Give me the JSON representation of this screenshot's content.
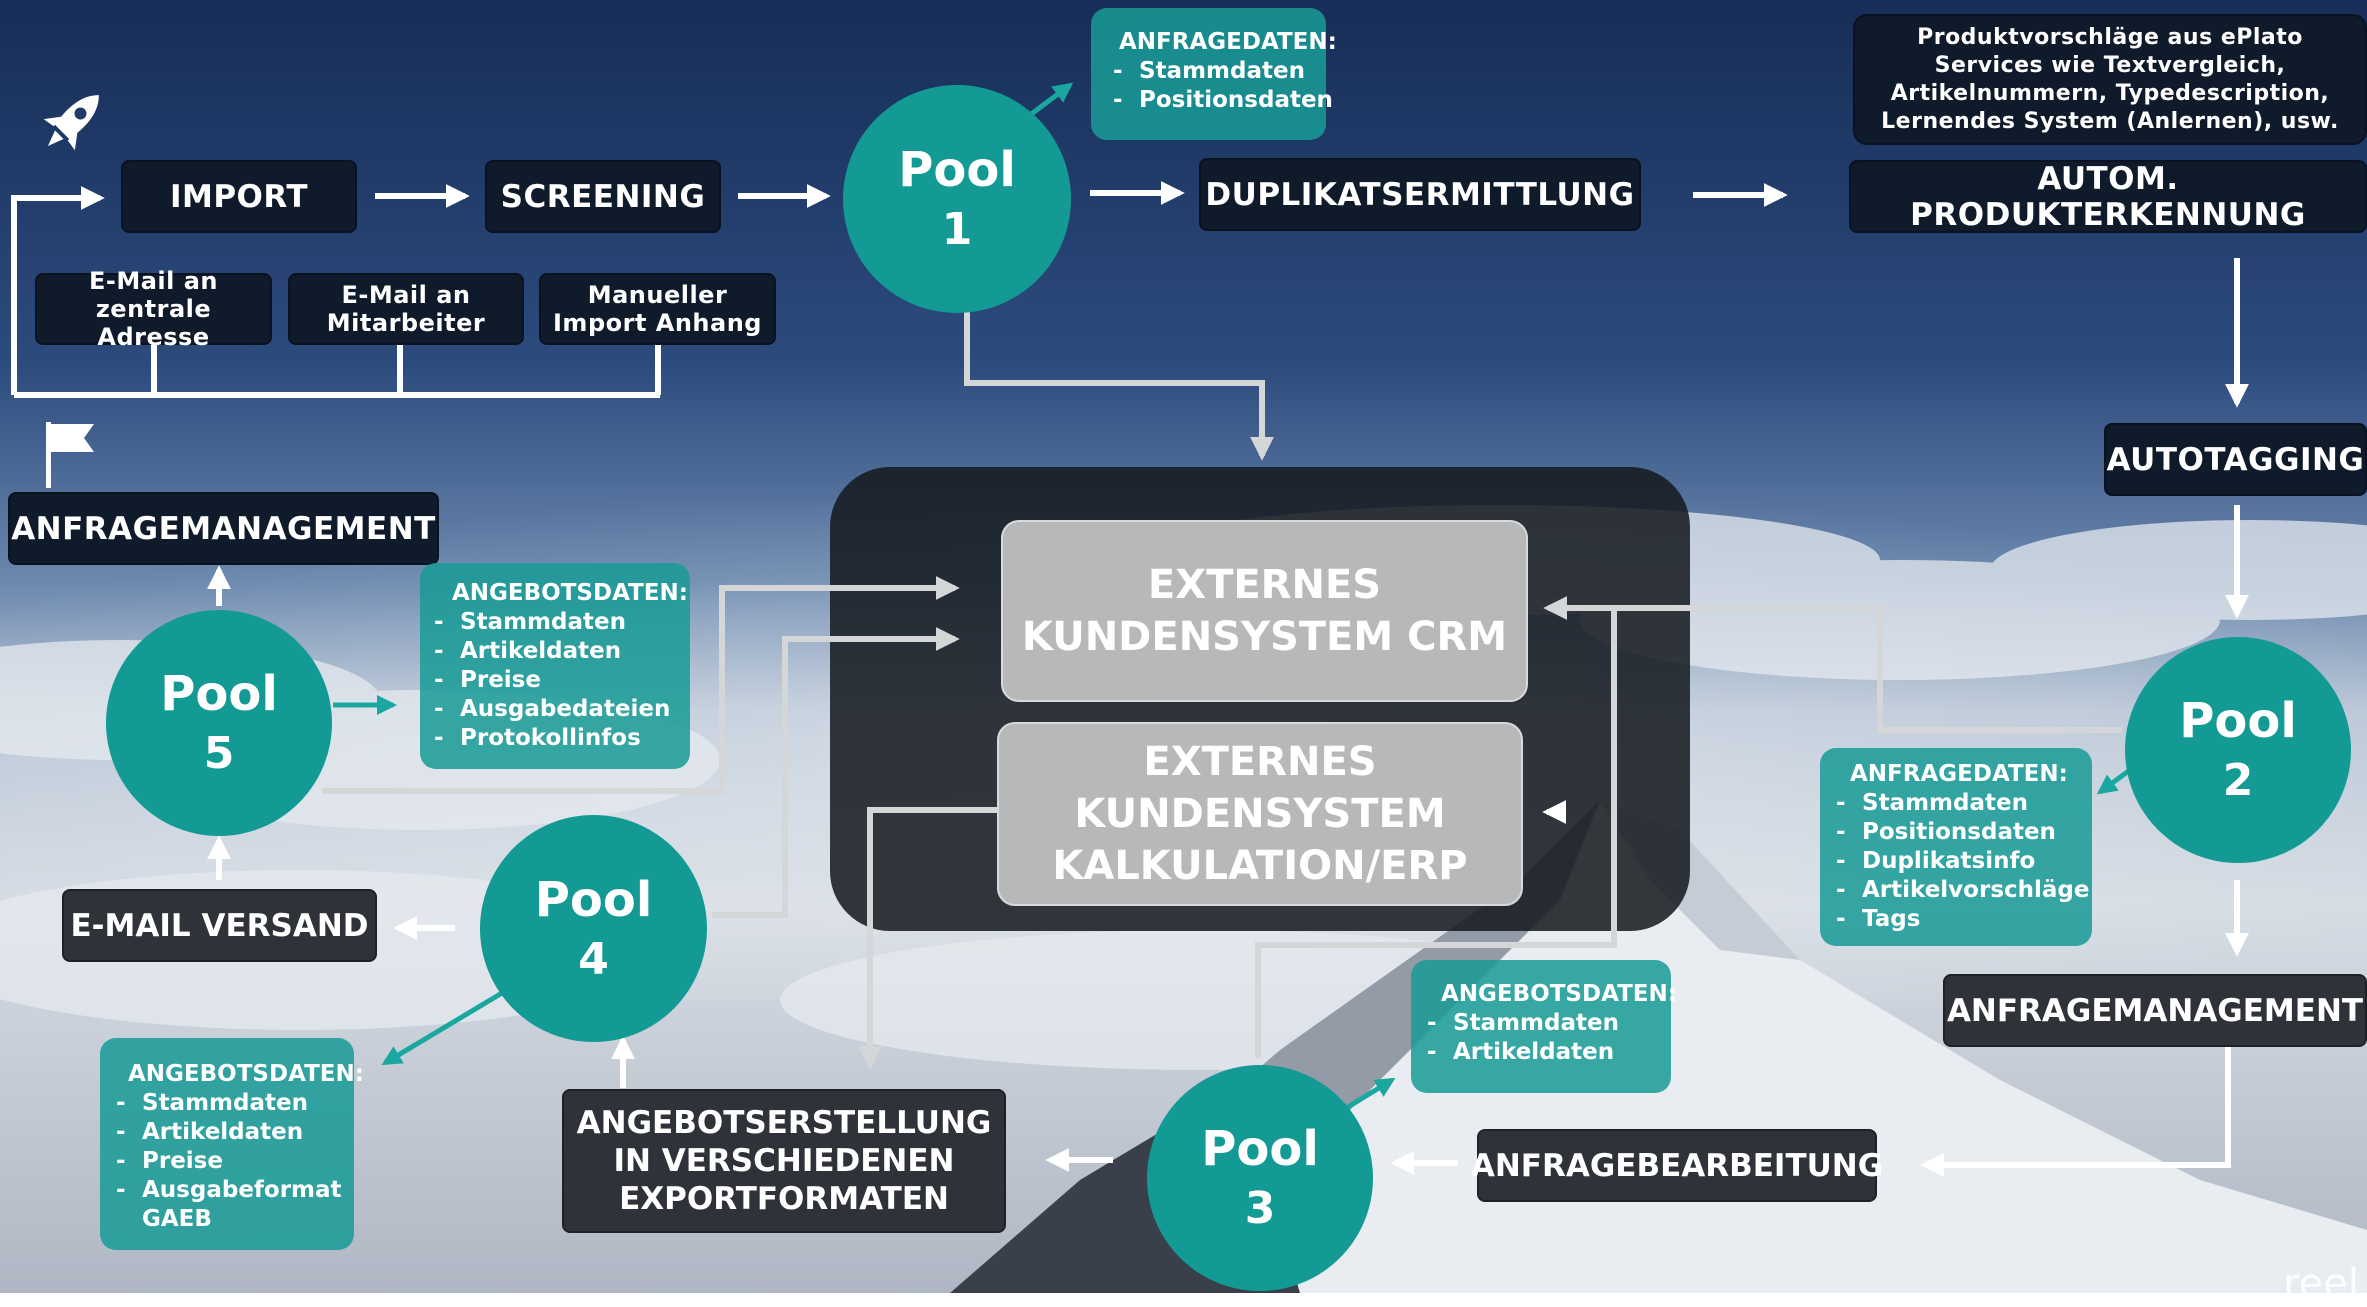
{
  "colors": {
    "sky_top": "#1c3460",
    "sky_mid": "#4a6f9e",
    "clouds": "#d9dee6",
    "teal": "#139a94",
    "dark_box": "#0f1a2b",
    "grey_box": "#2f3339",
    "center_panel": "#14181e",
    "light_box": "#b7b8ba",
    "arrow": "#ffffff",
    "connector": "#d4d6d8"
  },
  "icons": {
    "top_left": "rocket-icon",
    "left_mid": "flag-icon"
  },
  "flow": {
    "import": "IMPORT",
    "screening": "SCREENING",
    "duplikat": "DUPLIKATSERMITTLUNG",
    "produkterkennung": "AUTOM. PRODUKTERKENNUNG",
    "autotagging": "AUTOTAGGING",
    "anfragemanagement_right": "ANFRAGEMANAGEMENT",
    "anfragebearbeitung": "ANFRAGEBEARBEITUNG",
    "angebotserstellung": "ANGEBOTSERSTELLUNG IN VERSCHIEDENEN EXPORTFORMATEN",
    "email_versand": "E-MAIL VERSAND",
    "anfragemanagement_left": "ANFRAGEMANAGEMENT"
  },
  "sources": [
    "E-Mail an zentrale Adresse",
    "E-Mail an Mitarbeiter",
    "Manueller Import Anhang"
  ],
  "produktvorschlaege": "Produktvorschläge aus ePlato Services wie Textvergleich, Artikelnummern, Typedescription, Lernendes System (Anlernen), usw.",
  "external": {
    "crm": "EXTERNES KUNDENSYSTEM CRM",
    "erp": "EXTERNES KUNDENSYSTEM KALKULATION/ERP"
  },
  "pools": [
    {
      "name": "Pool",
      "number": "1"
    },
    {
      "name": "Pool",
      "number": "2"
    },
    {
      "name": "Pool",
      "number": "3"
    },
    {
      "name": "Pool",
      "number": "4"
    },
    {
      "name": "Pool",
      "number": "5"
    }
  ],
  "notes": {
    "pool1": {
      "title": "ANFRAGEDATEN:",
      "items": [
        "Stammdaten",
        "Positionsdaten"
      ]
    },
    "pool2": {
      "title": "ANFRAGEDATEN:",
      "items": [
        "Stammdaten",
        "Positionsdaten",
        "Duplikatsinfo",
        "Artikelvorschläge",
        "Tags"
      ]
    },
    "pool3": {
      "title": "ANGEBOTSDATEN:",
      "items": [
        "Stammdaten",
        "Artikeldaten"
      ]
    },
    "pool4": {
      "title": "ANGEBOTSDATEN:",
      "items": [
        "Stammdaten",
        "Artikeldaten",
        "Preise",
        "Ausgabeformat GAEB"
      ]
    },
    "pool5": {
      "title": "ANGEBOTSDATEN:",
      "items": [
        "Stammdaten",
        "Artikeldaten",
        "Preise",
        "Ausgabedateien",
        "Protokollinfos"
      ]
    }
  },
  "watermark": "reel"
}
